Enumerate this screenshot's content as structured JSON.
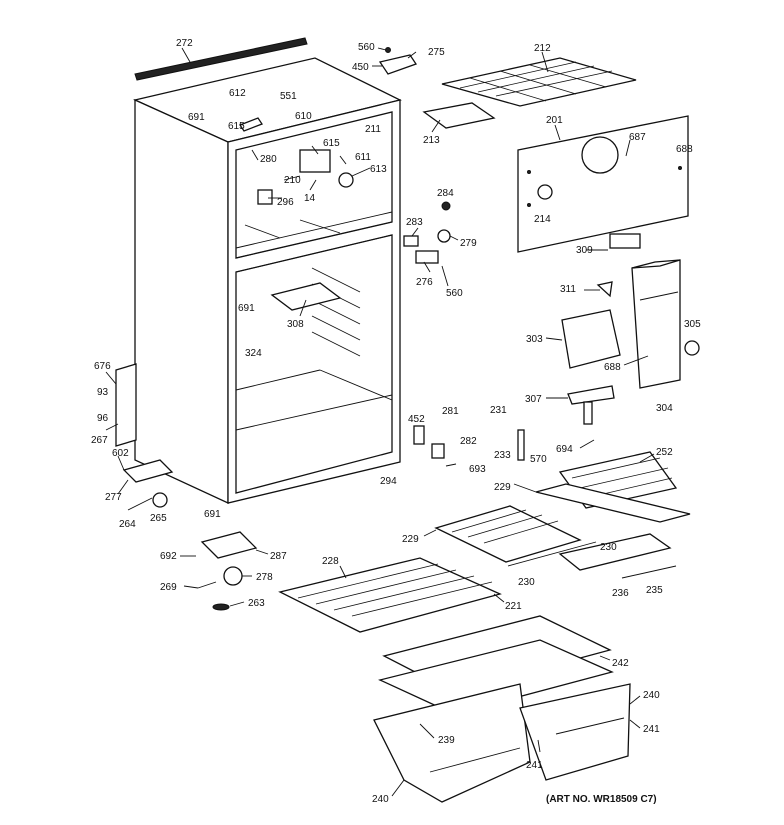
{
  "art_number": "(ART NO. WR18509 C7)",
  "callouts": [
    {
      "id": "c272",
      "text": "272"
    },
    {
      "id": "c560a",
      "text": "560"
    },
    {
      "id": "c275",
      "text": "275"
    },
    {
      "id": "c450",
      "text": "450"
    },
    {
      "id": "c212",
      "text": "212"
    },
    {
      "id": "c612",
      "text": "612"
    },
    {
      "id": "c551",
      "text": "551"
    },
    {
      "id": "c691a",
      "text": "691"
    },
    {
      "id": "c615a",
      "text": "615"
    },
    {
      "id": "c610",
      "text": "610"
    },
    {
      "id": "c213",
      "text": "213"
    },
    {
      "id": "c201",
      "text": "201"
    },
    {
      "id": "c687",
      "text": "687"
    },
    {
      "id": "c688a",
      "text": "688"
    },
    {
      "id": "c615b",
      "text": "615"
    },
    {
      "id": "c211",
      "text": "211"
    },
    {
      "id": "c611",
      "text": "611"
    },
    {
      "id": "c280",
      "text": "280"
    },
    {
      "id": "c613",
      "text": "613"
    },
    {
      "id": "c210",
      "text": "210"
    },
    {
      "id": "c296",
      "text": "296"
    },
    {
      "id": "c14",
      "text": "14"
    },
    {
      "id": "c284",
      "text": "284"
    },
    {
      "id": "c214",
      "text": "214"
    },
    {
      "id": "c283",
      "text": "283"
    },
    {
      "id": "c279",
      "text": "279"
    },
    {
      "id": "c309",
      "text": "309"
    },
    {
      "id": "c276",
      "text": "276"
    },
    {
      "id": "c560b",
      "text": "560"
    },
    {
      "id": "c311",
      "text": "311"
    },
    {
      "id": "c691b",
      "text": "691"
    },
    {
      "id": "c308",
      "text": "308"
    },
    {
      "id": "c305",
      "text": "305"
    },
    {
      "id": "c303",
      "text": "303"
    },
    {
      "id": "c324",
      "text": "324"
    },
    {
      "id": "c688b",
      "text": "688"
    },
    {
      "id": "c676",
      "text": "676"
    },
    {
      "id": "c304",
      "text": "304"
    },
    {
      "id": "c93",
      "text": "93"
    },
    {
      "id": "c307",
      "text": "307"
    },
    {
      "id": "c96",
      "text": "96"
    },
    {
      "id": "c452",
      "text": "452"
    },
    {
      "id": "c281",
      "text": "281"
    },
    {
      "id": "c231",
      "text": "231"
    },
    {
      "id": "c267",
      "text": "267"
    },
    {
      "id": "c694",
      "text": "694"
    },
    {
      "id": "c282",
      "text": "282"
    },
    {
      "id": "c233",
      "text": "233"
    },
    {
      "id": "c570",
      "text": "570"
    },
    {
      "id": "c602",
      "text": "602"
    },
    {
      "id": "c252",
      "text": "252"
    },
    {
      "id": "c693",
      "text": "693"
    },
    {
      "id": "c294",
      "text": "294"
    },
    {
      "id": "c277",
      "text": "277"
    },
    {
      "id": "c229a",
      "text": "229"
    },
    {
      "id": "c264",
      "text": "264"
    },
    {
      "id": "c265",
      "text": "265"
    },
    {
      "id": "c691c",
      "text": "691"
    },
    {
      "id": "c229b",
      "text": "229"
    },
    {
      "id": "c230a",
      "text": "230"
    },
    {
      "id": "c692",
      "text": "692"
    },
    {
      "id": "c287",
      "text": "287"
    },
    {
      "id": "c228",
      "text": "228"
    },
    {
      "id": "c230b",
      "text": "230"
    },
    {
      "id": "c278",
      "text": "278"
    },
    {
      "id": "c269",
      "text": "269"
    },
    {
      "id": "c236",
      "text": "236"
    },
    {
      "id": "c235",
      "text": "235"
    },
    {
      "id": "c263",
      "text": "263"
    },
    {
      "id": "c221",
      "text": "221"
    },
    {
      "id": "c242",
      "text": "242"
    },
    {
      "id": "c240a",
      "text": "240"
    },
    {
      "id": "c241a",
      "text": "241"
    },
    {
      "id": "c239",
      "text": "239"
    },
    {
      "id": "c241b",
      "text": "241"
    },
    {
      "id": "c240b",
      "text": "240"
    }
  ]
}
